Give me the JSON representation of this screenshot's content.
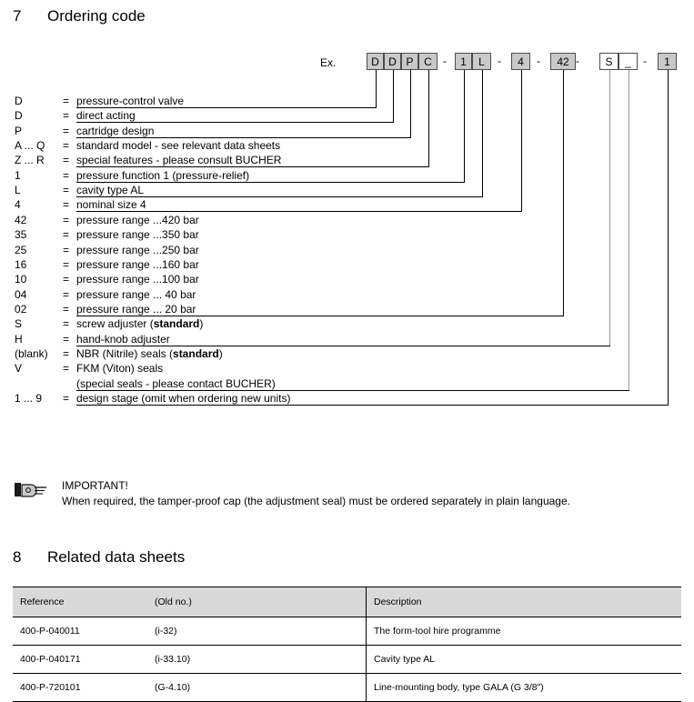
{
  "sections": [
    {
      "number": "7",
      "title": "Ordering code"
    },
    {
      "number": "8",
      "title": "Related data sheets"
    }
  ],
  "ordering_code": {
    "example_label": "Ex.",
    "separator": "-",
    "boxes": [
      {
        "value": "D",
        "style": "filled"
      },
      {
        "value": "D",
        "style": "filled"
      },
      {
        "value": "P",
        "style": "filled"
      },
      {
        "value": "C",
        "style": "filled"
      },
      {
        "value": "1",
        "style": "filled"
      },
      {
        "value": "L",
        "style": "filled"
      },
      {
        "value": "4",
        "style": "filled"
      },
      {
        "value": "42",
        "style": "filled"
      },
      {
        "value": "S",
        "style": "white"
      },
      {
        "value": "_",
        "style": "white"
      },
      {
        "value": "1",
        "style": "filled"
      }
    ],
    "legend": [
      {
        "code": "D",
        "eq": "=",
        "desc": "pressure-control valve"
      },
      {
        "code": "D",
        "eq": "=",
        "desc": "direct acting"
      },
      {
        "code": "P",
        "eq": "=",
        "desc": "cartridge design"
      },
      {
        "code": "A ... Q",
        "eq": "=",
        "desc": "standard model - see relevant data sheets"
      },
      {
        "code": "Z ... R",
        "eq": "=",
        "desc": "special features - please consult BUCHER"
      },
      {
        "code": "1",
        "eq": "=",
        "desc": "pressure function 1 (pressure-relief)"
      },
      {
        "code": "L",
        "eq": "=",
        "desc": "cavity type AL"
      },
      {
        "code": "4",
        "eq": "=",
        "desc": "nominal size 4"
      },
      {
        "code": "42",
        "eq": "=",
        "desc": "pressure range ...420 bar"
      },
      {
        "code": "35",
        "eq": "=",
        "desc": "pressure range ...350 bar"
      },
      {
        "code": "25",
        "eq": "=",
        "desc": "pressure range ...250 bar"
      },
      {
        "code": "16",
        "eq": "=",
        "desc": "pressure range ...160 bar"
      },
      {
        "code": "10",
        "eq": "=",
        "desc": "pressure range ...100 bar"
      },
      {
        "code": "04",
        "eq": "=",
        "desc": "pressure range ...  40 bar"
      },
      {
        "code": "02",
        "eq": "=",
        "desc": "pressure range ...  20 bar"
      },
      {
        "code": "S",
        "eq": "=",
        "desc_html": "screw adjuster (<b>standard</b>)"
      },
      {
        "code": "H",
        "eq": "=",
        "desc": "hand-knob adjuster"
      },
      {
        "code": "(blank)",
        "eq": "=",
        "desc_html": "NBR (Nitrile) seals  (<b>standard</b>)"
      },
      {
        "code": "V",
        "eq": "=",
        "desc": "FKM (Viton) seals"
      },
      {
        "code": "",
        "eq": "",
        "desc": "(special seals - please contact BUCHER)"
      },
      {
        "code": "1 ... 9",
        "eq": "=",
        "desc": "design stage (omit when ordering new units)"
      }
    ]
  },
  "important_note": {
    "icon": "pointing-hand-icon",
    "title": "IMPORTANT!",
    "body": "When required, the tamper-proof cap (the adjustment seal) must be ordered separately in plain language."
  },
  "related_data_sheets": {
    "columns": [
      "Reference",
      "(Old no.)",
      "Description"
    ],
    "rows": [
      {
        "reference": "400-P-040011",
        "old_no": "(i-32)",
        "description": "The form-tool hire programme"
      },
      {
        "reference": "400-P-040171",
        "old_no": "(i-33.10)",
        "description": "Cavity type AL"
      },
      {
        "reference": "400-P-720101",
        "old_no": "(G-4.10)",
        "description": "Line-mounting body, type GALA  (G 3/8\")"
      }
    ]
  },
  "colors": {
    "box_fill": "#c9c9c9",
    "box_border": "#4d4d4d",
    "header_fill": "#d9d9d9",
    "leader_line": "#000000",
    "leader_line_grey": "#9a9a9a"
  }
}
